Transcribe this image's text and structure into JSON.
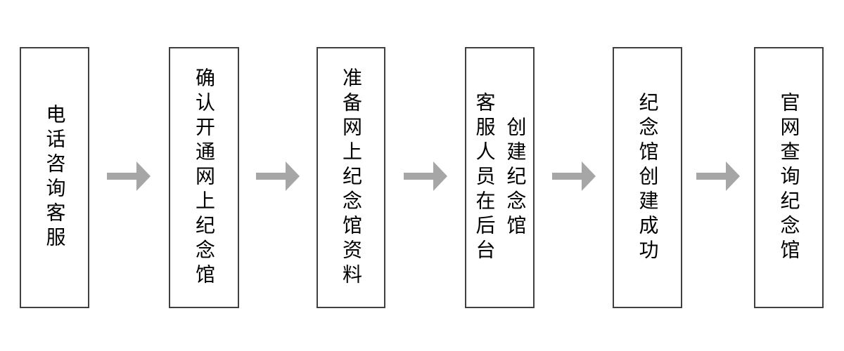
{
  "flowchart": {
    "title": "",
    "direction": "left-to-right",
    "steps": [
      {
        "id": 1,
        "label": "电话咨询客服",
        "lines": [
          "电话咨询客服"
        ]
      },
      {
        "id": 2,
        "label": "确认开通网上纪念馆",
        "lines": [
          "确认开通网上纪念馆"
        ]
      },
      {
        "id": 3,
        "label": "准备网上纪念馆资料",
        "lines": [
          "准备网上纪念馆资料"
        ]
      },
      {
        "id": 4,
        "label": "客服人员在后台创建纪念馆",
        "lines": [
          "客服人员在后台",
          "创建纪念馆"
        ]
      },
      {
        "id": 5,
        "label": "纪念馆创建成功",
        "lines": [
          "纪念馆创建成功"
        ]
      },
      {
        "id": 6,
        "label": "官网查询纪念馆",
        "lines": [
          "官网查询纪念馆"
        ]
      }
    ],
    "connector": {
      "icon": "right-block-arrow",
      "count": 5
    },
    "colors": {
      "box_border": "#404040",
      "box_fill": "#ffffff",
      "text": "#000000",
      "arrow": "#a6a6a6",
      "background": "#ffffff"
    }
  }
}
